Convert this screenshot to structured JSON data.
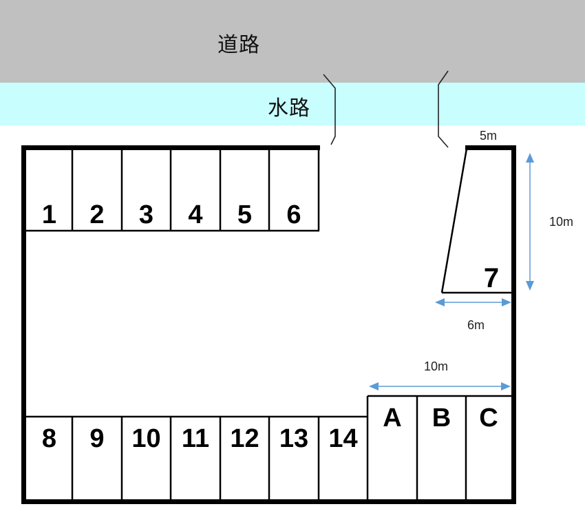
{
  "labels": {
    "road": "道路",
    "waterway": "水路"
  },
  "colors": {
    "road": "#c0c0c0",
    "waterway": "#c8fefe",
    "line": "#000000",
    "dimension_arrow": "#5b9bd5"
  },
  "top_row": [
    "1",
    "2",
    "3",
    "4",
    "5",
    "6"
  ],
  "bottom_row": [
    "8",
    "9",
    "10",
    "11",
    "12",
    "13",
    "14"
  ],
  "abc_row": [
    "A",
    "B",
    "C"
  ],
  "stall7": {
    "label": "7"
  },
  "dimensions": {
    "stall7_top_width": "5m",
    "stall7_height": "10m",
    "stall7_bottom_width": "6m",
    "abc_width": "10m"
  }
}
